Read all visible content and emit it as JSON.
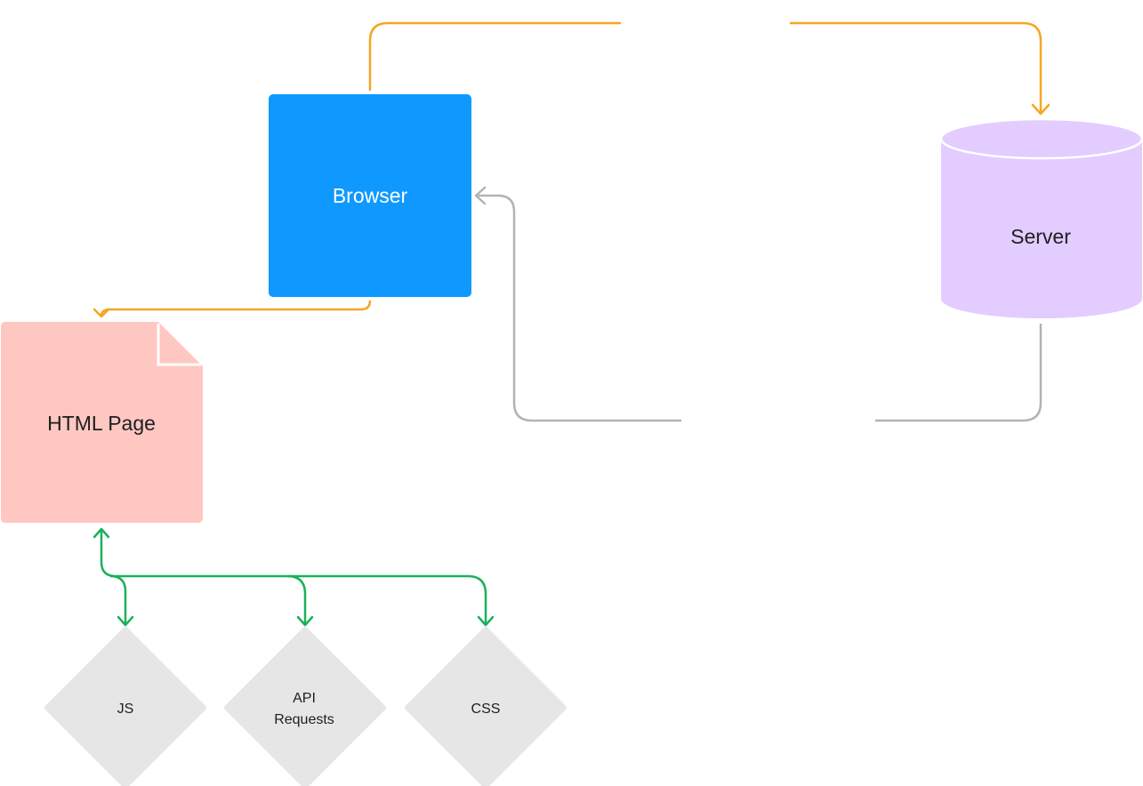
{
  "nodes": {
    "browser": {
      "label": "Browser",
      "color": "#0f99ff",
      "text_color": "#ffffff"
    },
    "server": {
      "label": "Server",
      "color": "#e3ccff",
      "text_color": "#1e1e1e"
    },
    "html_page": {
      "label": "HTML Page",
      "color": "#ffc7c2",
      "text_color": "#1e1e1e"
    },
    "js": {
      "label": "JS",
      "color": "#e6e6e6"
    },
    "api": {
      "label_line1": "API",
      "label_line2": "Requests",
      "color": "#e6e6e6"
    },
    "css": {
      "label": "CSS",
      "color": "#e6e6e6"
    }
  },
  "connectors": {
    "request_color": "#f5a623",
    "response_color": "#b3b3b3",
    "resource_color": "#1bb15a"
  }
}
